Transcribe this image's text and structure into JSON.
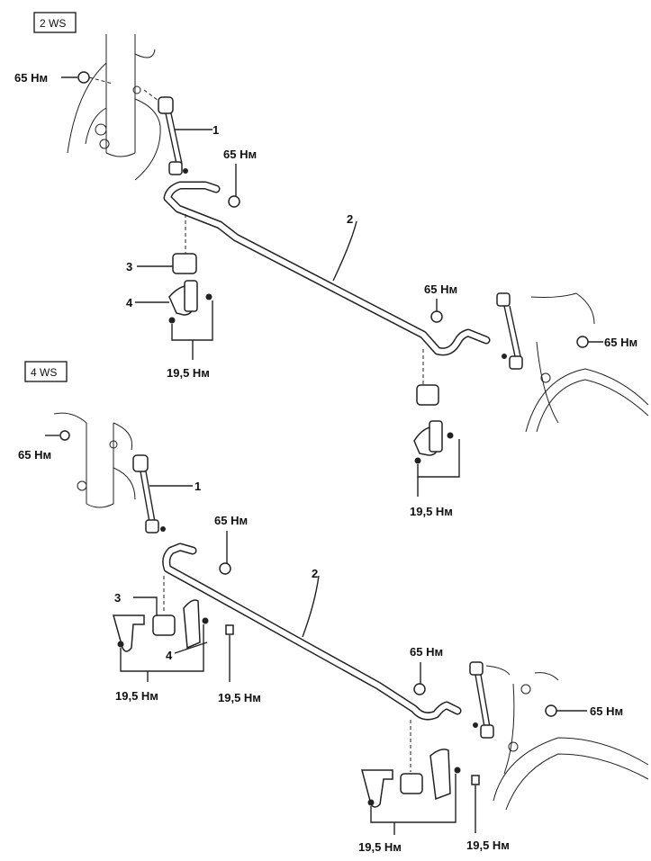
{
  "sections": {
    "top_tag": "2 WS",
    "bottom_tag": "4 WS"
  },
  "top": {
    "torque_link_upper": "65 Нм",
    "torque_bar_mount_left": "65 Нм",
    "torque_bar_mount_right": "65 Нм",
    "torque_link_lower_right": "65 Нм",
    "torque_bracket_left": "19,5 Нм",
    "torque_bracket_right": "19,5 Нм",
    "callout_1": "1",
    "callout_2": "2",
    "callout_3": "3",
    "callout_4": "4"
  },
  "bottom": {
    "torque_link_upper": "65 Нм",
    "torque_bar_mount_left": "65 Нм",
    "torque_bar_mount_right": "65 Нм",
    "torque_link_lower_right": "65 Нм",
    "torque_bracket_left_a": "19,5 Нм",
    "torque_bracket_left_b": "19,5 Нм",
    "torque_bracket_right_a": "19,5 Нм",
    "torque_bracket_right_b": "19,5 Нм",
    "callout_1": "1",
    "callout_2": "2",
    "callout_3": "3",
    "callout_4": "4"
  }
}
